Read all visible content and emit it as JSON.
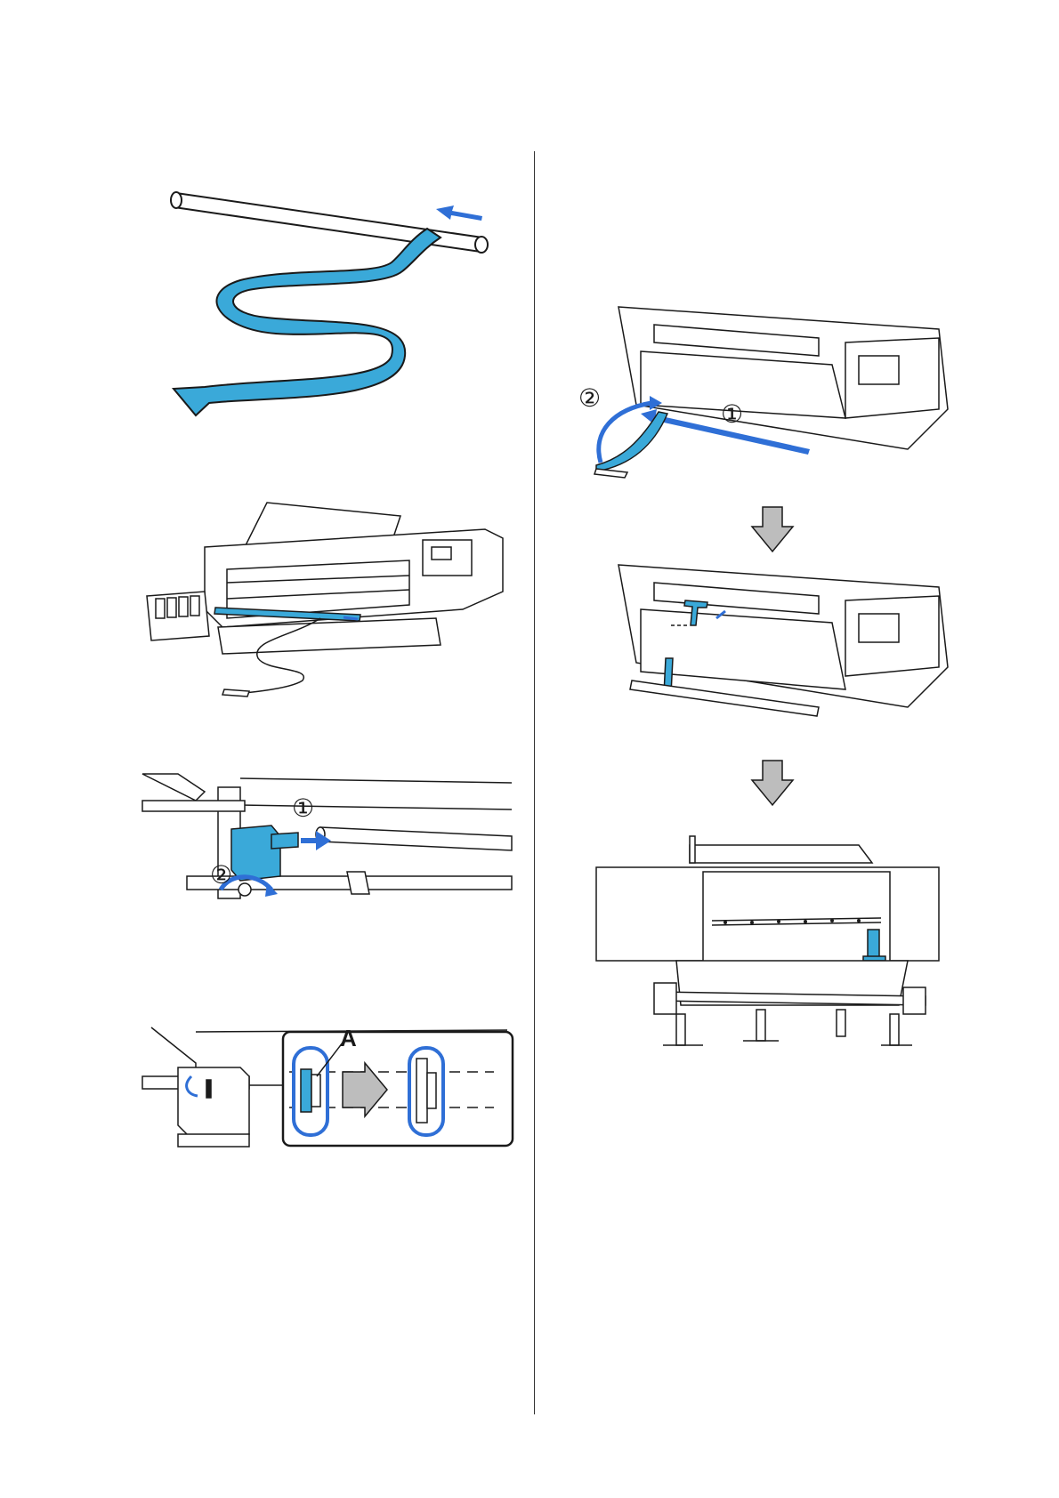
{
  "colors": {
    "accent": "#3aa9d9",
    "arrow": "#2f6fd6",
    "outline": "#1a1a1a",
    "gray": "#bdbdbd"
  },
  "figures": {
    "media_pipe": {
      "name": "media-through-pipe"
    },
    "printer_pipe": {
      "name": "printer-with-pipe"
    },
    "roll_holder": {
      "name": "roll-holder-attach",
      "markers": [
        "①",
        "②"
      ]
    },
    "holder_alignment": {
      "name": "holder-alignment",
      "callout_label": "A"
    },
    "feed_path": {
      "name": "media-feed-path",
      "markers": [
        "②",
        "①"
      ]
    },
    "platen_tape": {
      "name": "media-taped-to-platen"
    },
    "final_unit": {
      "name": "printer-with-dryer"
    }
  }
}
